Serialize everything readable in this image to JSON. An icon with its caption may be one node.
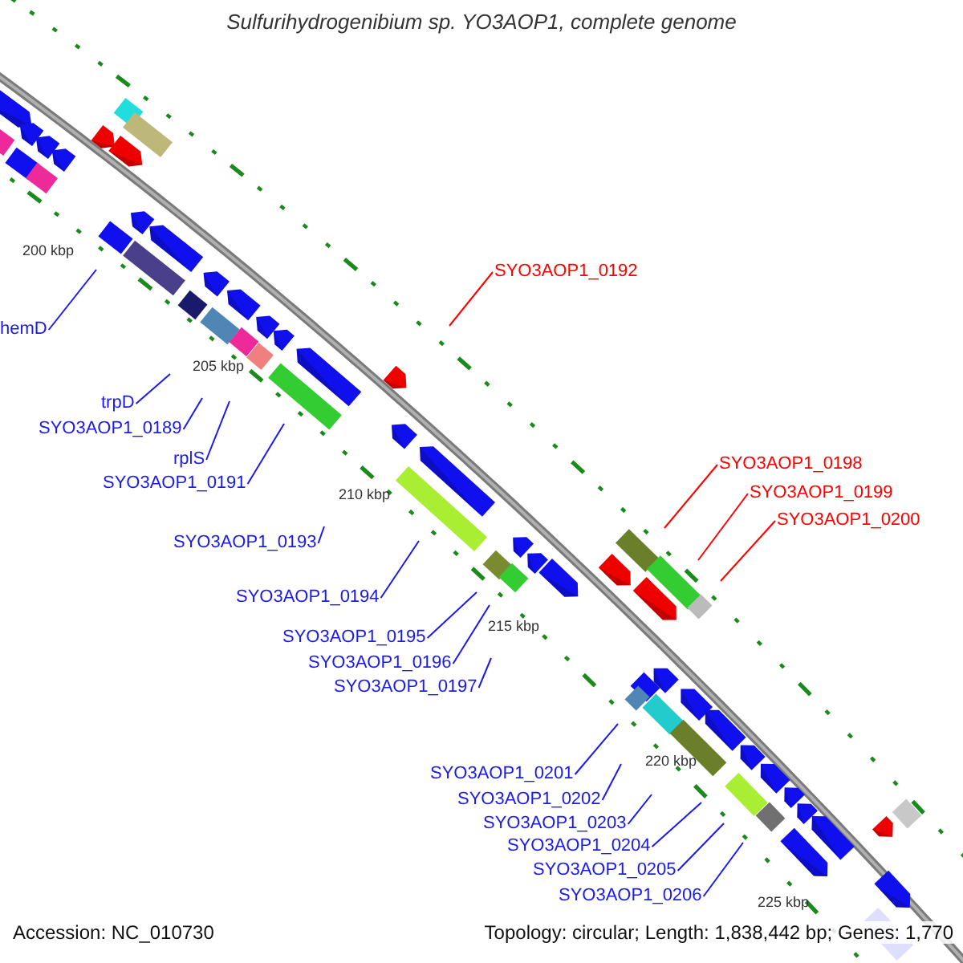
{
  "diagram": {
    "title": "Sulfurihydrogenibium sp. YO3AOP1, complete genome",
    "nodes": [
      {
        "text": [
          "hemD"
        ]
      },
      {
        "text": [
          "trpD"
        ]
      },
      {
        "text": [
          "SYO3AOP1_0189"
        ]
      },
      {
        "text": [
          "rplS"
        ]
      },
      {
        "text": [
          "SYO3AOP1_0191"
        ]
      },
      {
        "text": [
          "SYO3AOP1_0192"
        ]
      },
      {
        "text": [
          "SYO3AOP1_0193"
        ]
      },
      {
        "text": [
          "SYO3AOP1_0194"
        ]
      },
      {
        "text": [
          "SYO3AOP1_0195"
        ]
      },
      {
        "text": [
          "SYO3AOP1_0196"
        ]
      },
      {
        "text": [
          "SYO3AOP1_0197"
        ]
      },
      {
        "text": [
          "SYO3AOP1_0198"
        ]
      },
      {
        "text": [
          "SYO3AOP1_0199"
        ]
      },
      {
        "text": [
          "SYO3AOP1_0200"
        ]
      },
      {
        "text": [
          "SYO3AOP1_0201"
        ]
      },
      {
        "text": [
          "SYO3AOP1_0202"
        ]
      },
      {
        "text": [
          "SYO3AOP1_0203"
        ]
      },
      {
        "text": [
          "SYO3AOP1_0204"
        ]
      },
      {
        "text": [
          "SYO3AOP1_0205"
        ]
      },
      {
        "text": [
          "SYO3AOP1_0206"
        ]
      }
    ],
    "edges": [
      {
        "from": 0,
        "to": null,
        "arrow": "none"
      },
      {
        "from": 1,
        "to": null,
        "arrow": "none"
      },
      {
        "from": 2,
        "to": null,
        "arrow": "none"
      },
      {
        "from": 3,
        "to": null,
        "arrow": "none"
      },
      {
        "from": 4,
        "to": null,
        "arrow": "none"
      },
      {
        "from": 5,
        "to": null,
        "arrow": "none",
        "color": "#ff0000"
      },
      {
        "from": 6,
        "to": null,
        "arrow": "none"
      },
      {
        "from": 7,
        "to": null,
        "arrow": "none"
      },
      {
        "from": 8,
        "to": null,
        "arrow": "none"
      },
      {
        "from": 9,
        "to": null,
        "arrow": "none"
      },
      {
        "from": 10,
        "to": null,
        "arrow": "none"
      },
      {
        "from": 11,
        "to": null,
        "arrow": "none",
        "color": "#ff0000"
      },
      {
        "from": 12,
        "to": null,
        "arrow": "none",
        "color": "#ff0000"
      },
      {
        "from": 13,
        "to": null,
        "arrow": "none",
        "color": "#ff0000"
      },
      {
        "from": 14,
        "to": null,
        "arrow": "none"
      },
      {
        "from": 15,
        "to": null,
        "arrow": "none"
      },
      {
        "from": 16,
        "to": null,
        "arrow": "none"
      },
      {
        "from": 17,
        "to": null,
        "arrow": "none"
      },
      {
        "from": 18,
        "to": null,
        "arrow": "none"
      },
      {
        "from": 19,
        "to": null,
        "arrow": "none"
      }
    ],
    "labels": [
      "200 kbp",
      "205 kbp",
      "210 kbp",
      "215 kbp",
      "220 kbp",
      "225 kbp",
      "Accession: NC_010730",
      "Topology: circular; Length: 1,838,442 bp; Genes: 1,770"
    ]
  }
}
